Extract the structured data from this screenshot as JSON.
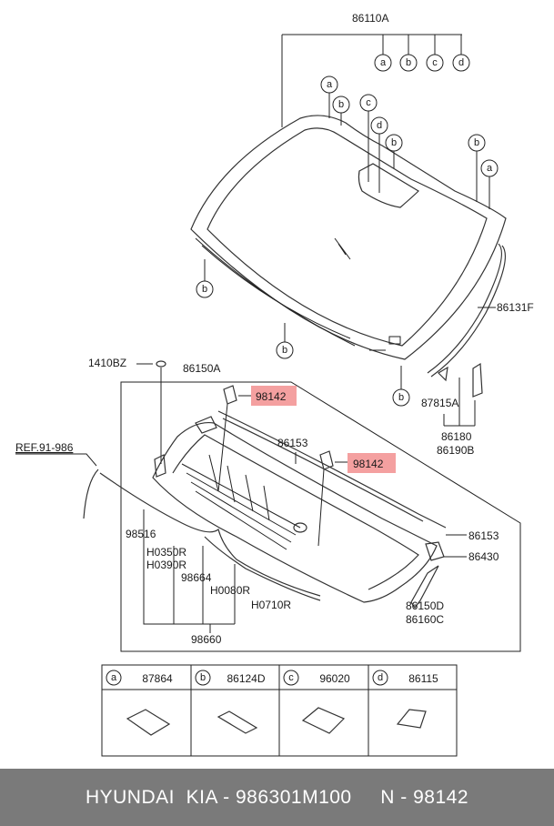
{
  "labels": {
    "windshield": "86110A",
    "molding": "86131F",
    "bolt": "1410BZ",
    "cowl": "86150A",
    "nozzle": "98142",
    "seal_upper": "86153",
    "seal_lower": "86153",
    "ref": "REF.91-986",
    "hose": "98516",
    "h0350": "H0350R",
    "h0390": "H0390R",
    "conn": "98664",
    "h0080": "H0080R",
    "h0710": "H0710R",
    "assy": "98660",
    "clip_a": "87815A",
    "clip_b": "86180",
    "clip_c": "86190B",
    "side": "86430",
    "cowl_d": "86150D",
    "cowl_c": "86160C"
  },
  "callouts": {
    "a": "a",
    "b": "b",
    "c": "c",
    "d": "d"
  },
  "legend": [
    {
      "key": "a",
      "part": "87864"
    },
    {
      "key": "b",
      "part": "86124D"
    },
    {
      "key": "c",
      "part": "96020"
    },
    {
      "key": "d",
      "part": "86115"
    }
  ],
  "footer": {
    "text": "HYUNDAI  KIA - 986301M100     N - 98142"
  }
}
